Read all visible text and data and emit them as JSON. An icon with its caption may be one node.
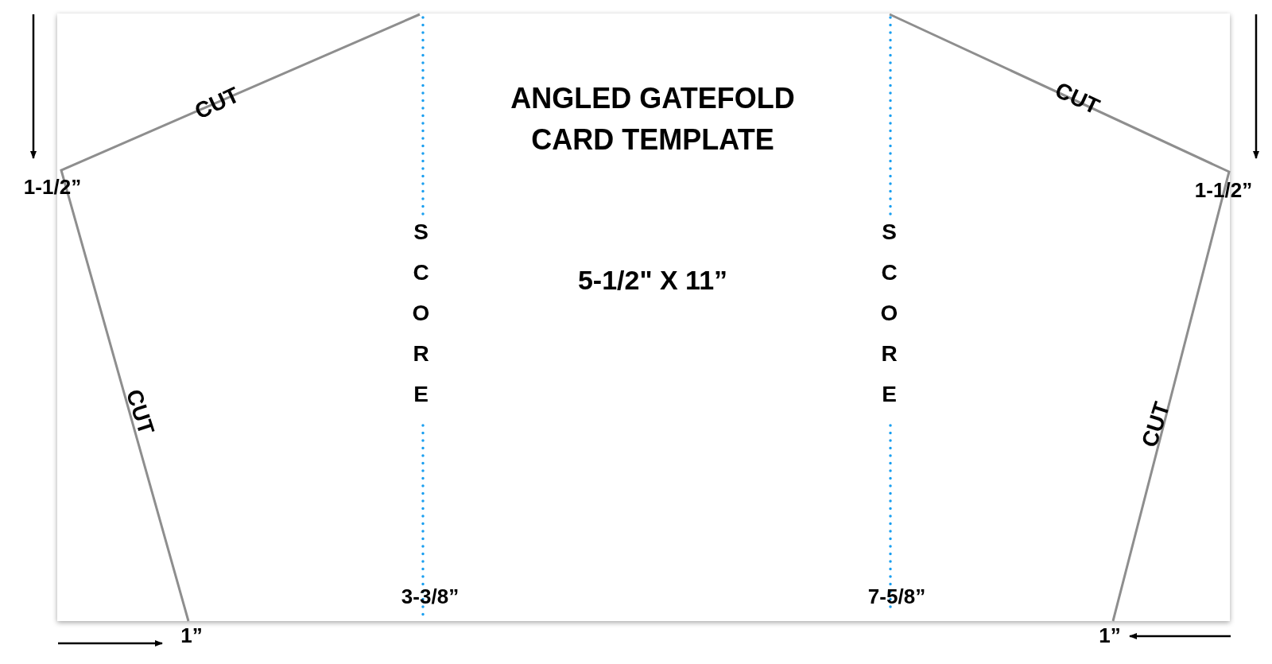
{
  "diagram": {
    "title": "ANGLED GATEFOLD CARD TEMPLATE",
    "labels": [
      "CUT",
      "CUT",
      "1-1/2”",
      "1-1/2”",
      "SCORE",
      "5-1/2\" X 11”",
      "SCORE",
      "CUT",
      "CUT",
      "3-3/8”",
      "7-5/8”",
      "1”",
      "1”"
    ]
  }
}
